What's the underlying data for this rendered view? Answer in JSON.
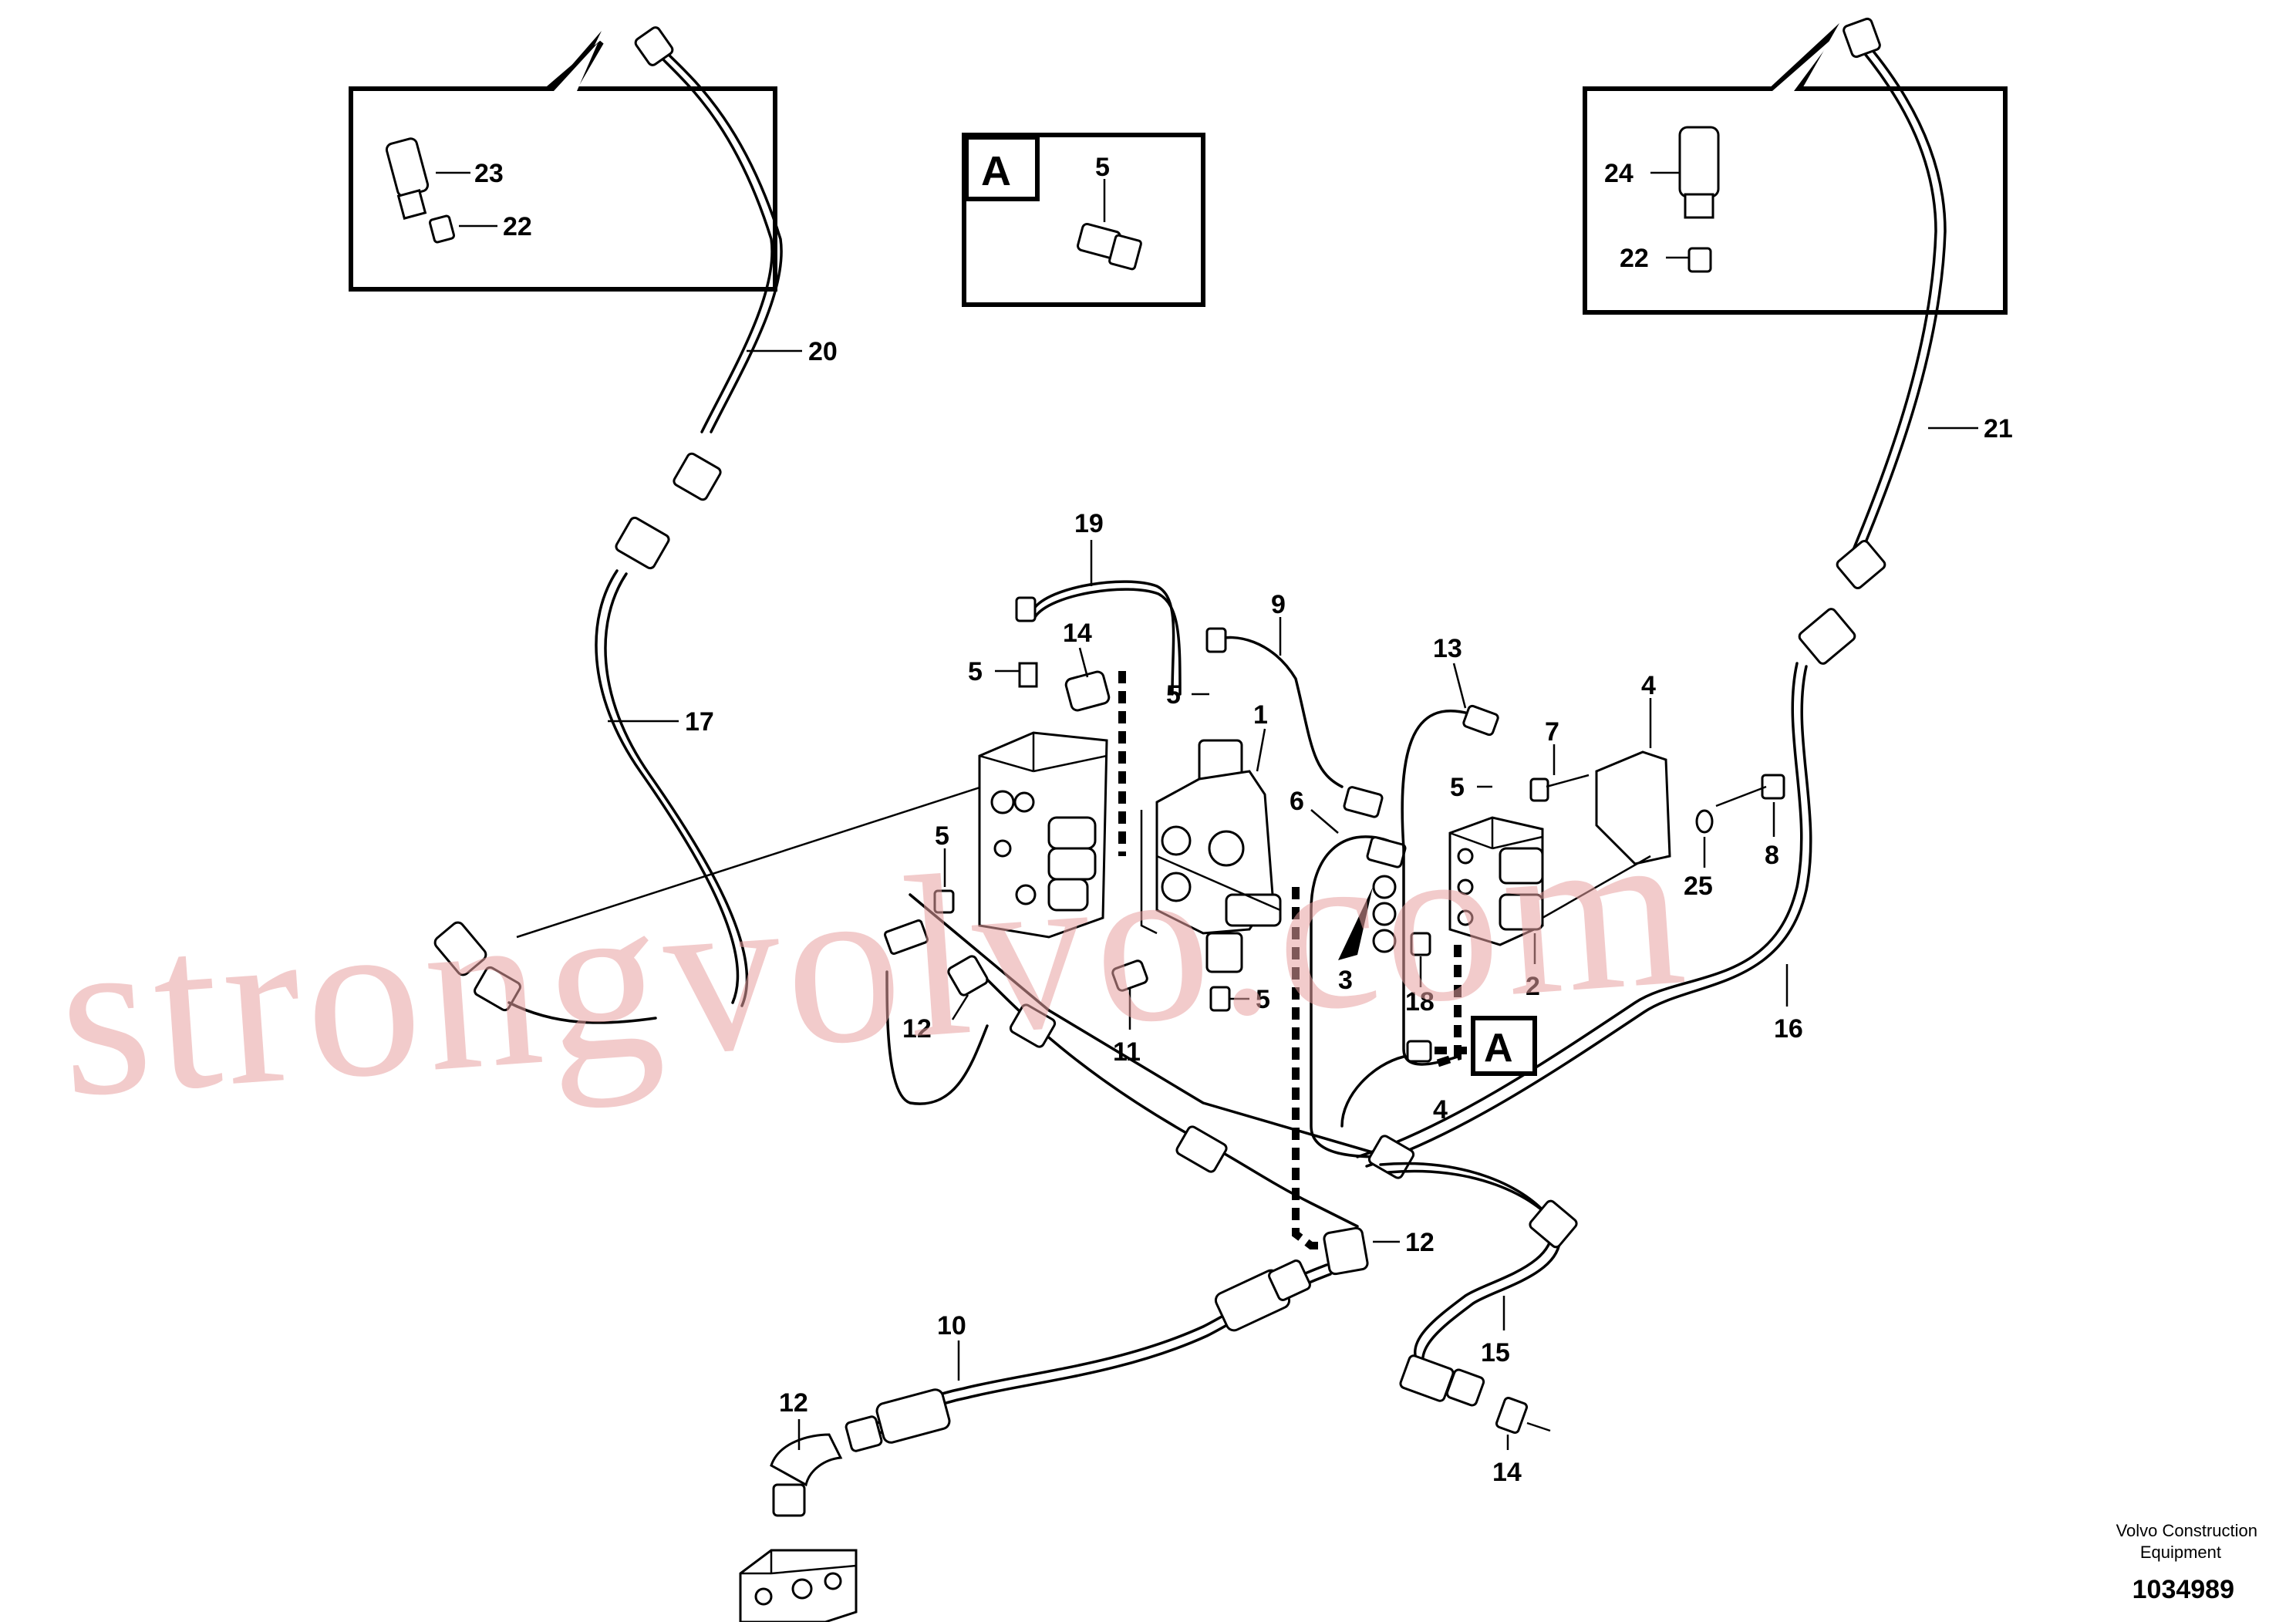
{
  "watermark": "strongvolvo.com",
  "section_marker": "A",
  "labels": {
    "l1": "1",
    "l2": "2",
    "l3": "3",
    "l4": "4",
    "l4b": "4",
    "l5a": "5",
    "l5b": "5",
    "l5c": "5",
    "l5d": "5",
    "l5e": "5",
    "l5f": "5",
    "l6": "6",
    "l7": "7",
    "l8": "8",
    "l9": "9",
    "l10": "10",
    "l11": "11",
    "l12a": "12",
    "l12b": "12",
    "l12c": "12",
    "l13": "13",
    "l14a": "14",
    "l14b": "14",
    "l15": "15",
    "l16": "16",
    "l17": "17",
    "l18": "18",
    "l19": "19",
    "l20": "20",
    "l21": "21",
    "l22a": "22",
    "l22b": "22",
    "l23": "23",
    "l24": "24",
    "l25": "25"
  },
  "footer": {
    "line1": "Volvo Construction",
    "line2": "Equipment",
    "drawing_number": "1034989"
  }
}
